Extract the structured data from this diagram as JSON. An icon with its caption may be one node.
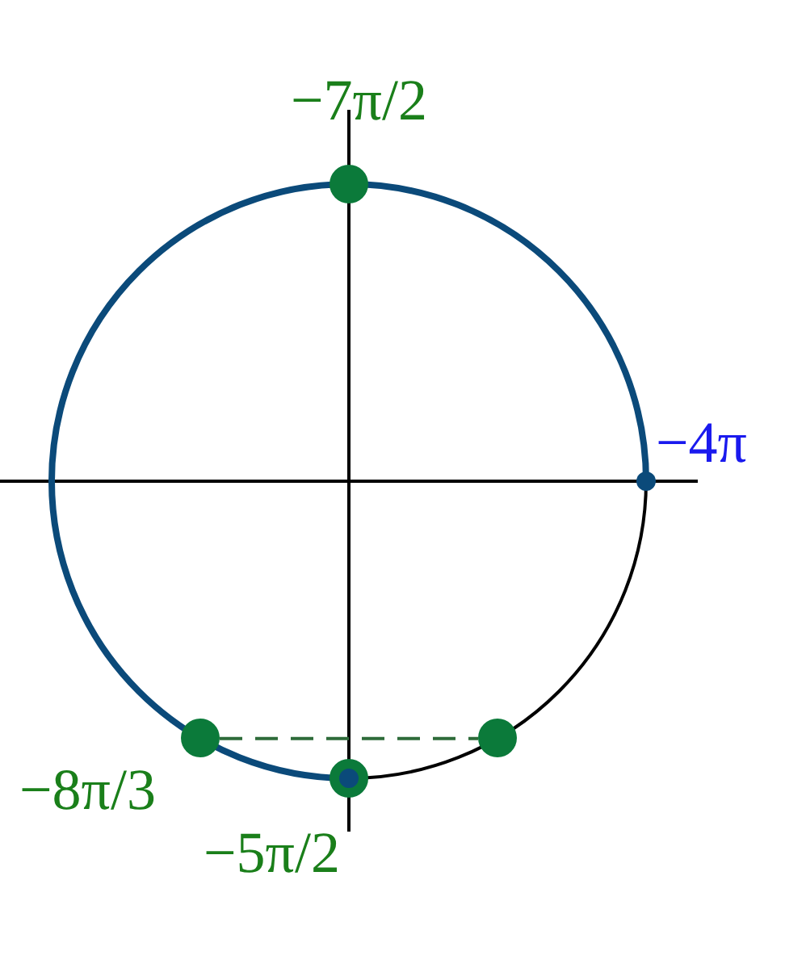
{
  "diagram": {
    "nodes": [
      {
        "text": [],
        "shape": "circle",
        "beside": [
          "−7π/2"
        ]
      },
      {
        "text": [],
        "shape": "circle",
        "beside": [
          "−4π"
        ]
      },
      {
        "text": [],
        "shape": "circle",
        "beside": [
          "−8π/3"
        ]
      },
      {
        "text": [],
        "shape": "circle"
      },
      {
        "text": [],
        "shape": "circle",
        "beside": [
          "−5π/2"
        ]
      }
    ],
    "edges": [
      {
        "from": 2,
        "to": 3,
        "arrow": "none",
        "style": "dashed"
      }
    ]
  }
}
